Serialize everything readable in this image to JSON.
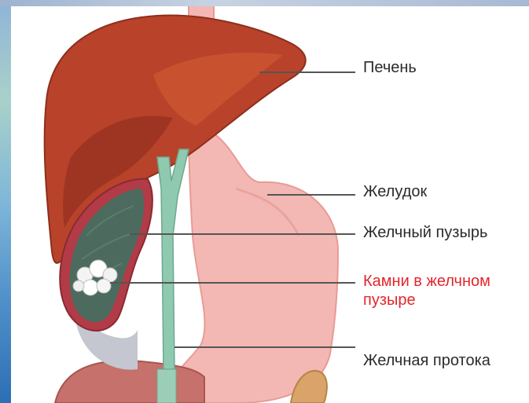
{
  "labels": {
    "liver": "Печень",
    "stomach": "Желудок",
    "gallbladder": "Желчный пузырь",
    "gallstones": "Камни в желчном пузыре",
    "bile_duct": "Желчная протока"
  },
  "colors": {
    "liver": "#b8432a",
    "stomach": "#f3b8b3",
    "gallbladder": "#4c6b5e",
    "duct": "#8fc9b0",
    "leader_line": "#555555",
    "highlight_label": "#e3262b"
  }
}
